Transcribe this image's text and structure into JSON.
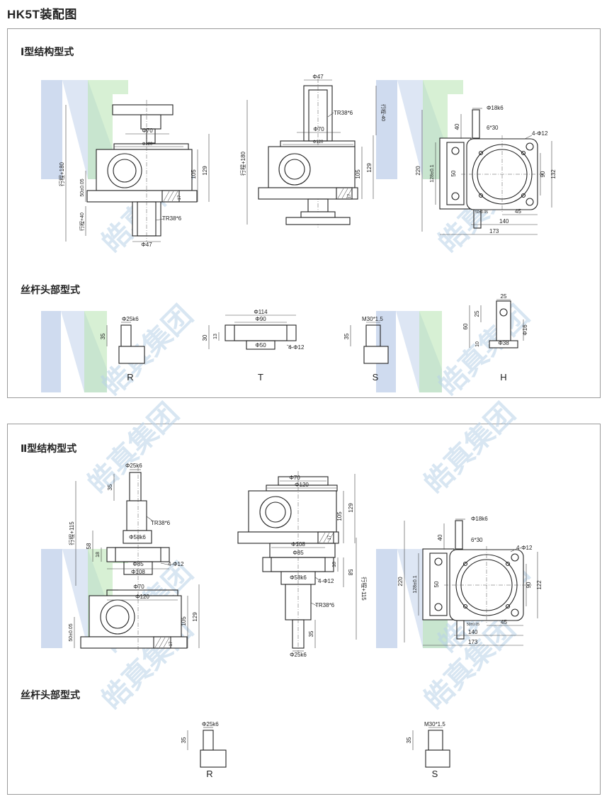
{
  "page_title": "HK5T装配图",
  "watermark": {
    "text": "皓真集团",
    "colors": {
      "blue": "#9fb7e0",
      "green": "#b7e3b0",
      "text": "#b9d2e8"
    }
  },
  "section_1": {
    "heading": "Ⅰ型结构型式",
    "view_a": {
      "travel_180": "行程+180",
      "travel_40": "行程+40",
      "phi70": "Φ70",
      "phi120": "Φ120",
      "d105": "105",
      "d129": "129",
      "d50": "50±0.05",
      "d17": "17",
      "tr": "TR38*6",
      "phi47": "Φ47"
    },
    "view_b": {
      "phi47": "Φ47",
      "tr": "TR38*6",
      "travel_40": "行程-40",
      "phi70": "Φ70",
      "phi120": "Φ120",
      "travel_180": "行程+180",
      "d105": "105",
      "d129": "129",
      "d17": "17"
    },
    "view_c": {
      "phi18": "Φ18k6",
      "d40": "40",
      "angle": "6*30",
      "holes": "4-Φ12",
      "d220": "220",
      "d128": "128±0.1",
      "d50": "50",
      "d90": "90",
      "d132": "132",
      "d45": "45",
      "d50s": "50±0.05",
      "d140": "140",
      "d173": "173"
    }
  },
  "heads_1": {
    "heading": "丝杆头部型式",
    "r": {
      "caption": "R",
      "phi": "Φ25k6",
      "h": "35"
    },
    "t": {
      "caption": "T",
      "phi114": "Φ114",
      "phi90": "Φ90",
      "phi50": "Φ50",
      "holes": "4-Φ12",
      "h30": "30",
      "h13": "13"
    },
    "s": {
      "caption": "S",
      "thread": "M30*1.5",
      "h": "35"
    },
    "h": {
      "caption": "H",
      "d25top": "25",
      "d25": "25",
      "d60": "60",
      "d10": "10",
      "phi38": "Φ38",
      "phi16": "Φ16"
    }
  },
  "section_2": {
    "heading": "Ⅱ型结构型式",
    "view_a": {
      "phi25": "Φ25k6",
      "d35": "35",
      "travel": "行程+115",
      "tr": "TR38*6",
      "phi58": "Φ58k6",
      "d58": "58",
      "d18": "18",
      "phi85": "Φ85",
      "phi108": "Φ108",
      "holes": "4-Φ12",
      "phi70": "Φ70",
      "phi120": "Φ120",
      "d105": "105",
      "d129": "129",
      "d50": "50±0.05",
      "d17": "17"
    },
    "view_b": {
      "phi70": "Φ70",
      "phi120": "Φ120",
      "d105": "105",
      "d129": "129",
      "d17": "17",
      "phi108": "Φ108",
      "phi85": "Φ85",
      "d18": "18",
      "phi58": "Φ58k6",
      "holes": "4-Φ12",
      "d58": "58",
      "travel": "行程+115",
      "tr": "TR38*6",
      "d35": "35",
      "phi25": "Φ25k6"
    },
    "view_c": {
      "phi18": "Φ18k6",
      "d40": "40",
      "angle": "6*30",
      "holes": "4-Φ12",
      "d220": "220",
      "d128": "128±0.1",
      "d50": "50",
      "d90": "90",
      "d122": "122",
      "d50s": "50±0.05",
      "d45": "45",
      "d140": "140",
      "d173": "173"
    }
  },
  "heads_2": {
    "heading": "丝杆头部型式",
    "r": {
      "caption": "R",
      "phi": "Φ25k6",
      "h": "35"
    },
    "s": {
      "caption": "S",
      "thread": "M30*1.5",
      "h": "35"
    }
  }
}
